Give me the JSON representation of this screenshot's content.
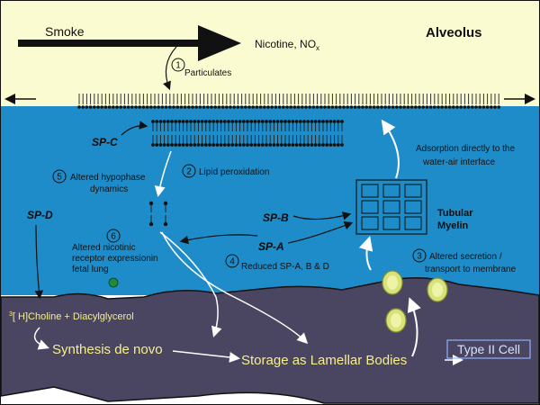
{
  "colors": {
    "air": "#fbfbd2",
    "liquid": "#1d8cc8",
    "cell": "#4a4560",
    "cell_label_border": "#8fb0ff",
    "text_yellow": "#f6f08a",
    "vesicle": "#d8e27a"
  },
  "top": {
    "smoke_label": "Smoke",
    "nicotine_label": "Nicotine, NO",
    "nicotine_sub": "x",
    "alveolus_label": "Alveolus",
    "step1_number": "1",
    "step1_label": "Particulates"
  },
  "proteins": {
    "sp_c": "SP-C",
    "sp_d": "SP-D",
    "sp_b": "SP-B",
    "sp_a": "SP-A"
  },
  "steps": {
    "s2_number": "2",
    "s2_label": "Lipid peroxidation",
    "s3_number": "3",
    "s3_line1": "Altered secretion /",
    "s3_line2": "transport to membrane",
    "s4_number": "4",
    "s4_label": "Reduced SP-A, B & D",
    "s5_number": "5",
    "s5_line1": "Altered hypophase",
    "s5_line2": "dynamics",
    "s6_number": "6",
    "s6_line1": "Altered nicotinic",
    "s6_line2": "receptor expressionin",
    "s6_line3": "fetal lung"
  },
  "labels": {
    "adsorption_line1": "Adsorption directly to the",
    "adsorption_line2": "water-air interface",
    "tubular_line1": "Tubular",
    "tubular_line2": "Myelin",
    "choline": "[ H]Choline + Diacylglycerol",
    "choline_sup": "3",
    "synthesis": "Synthesis de novo",
    "storage": "Storage as Lamellar Bodies",
    "cell_label": "Type II Cell"
  }
}
